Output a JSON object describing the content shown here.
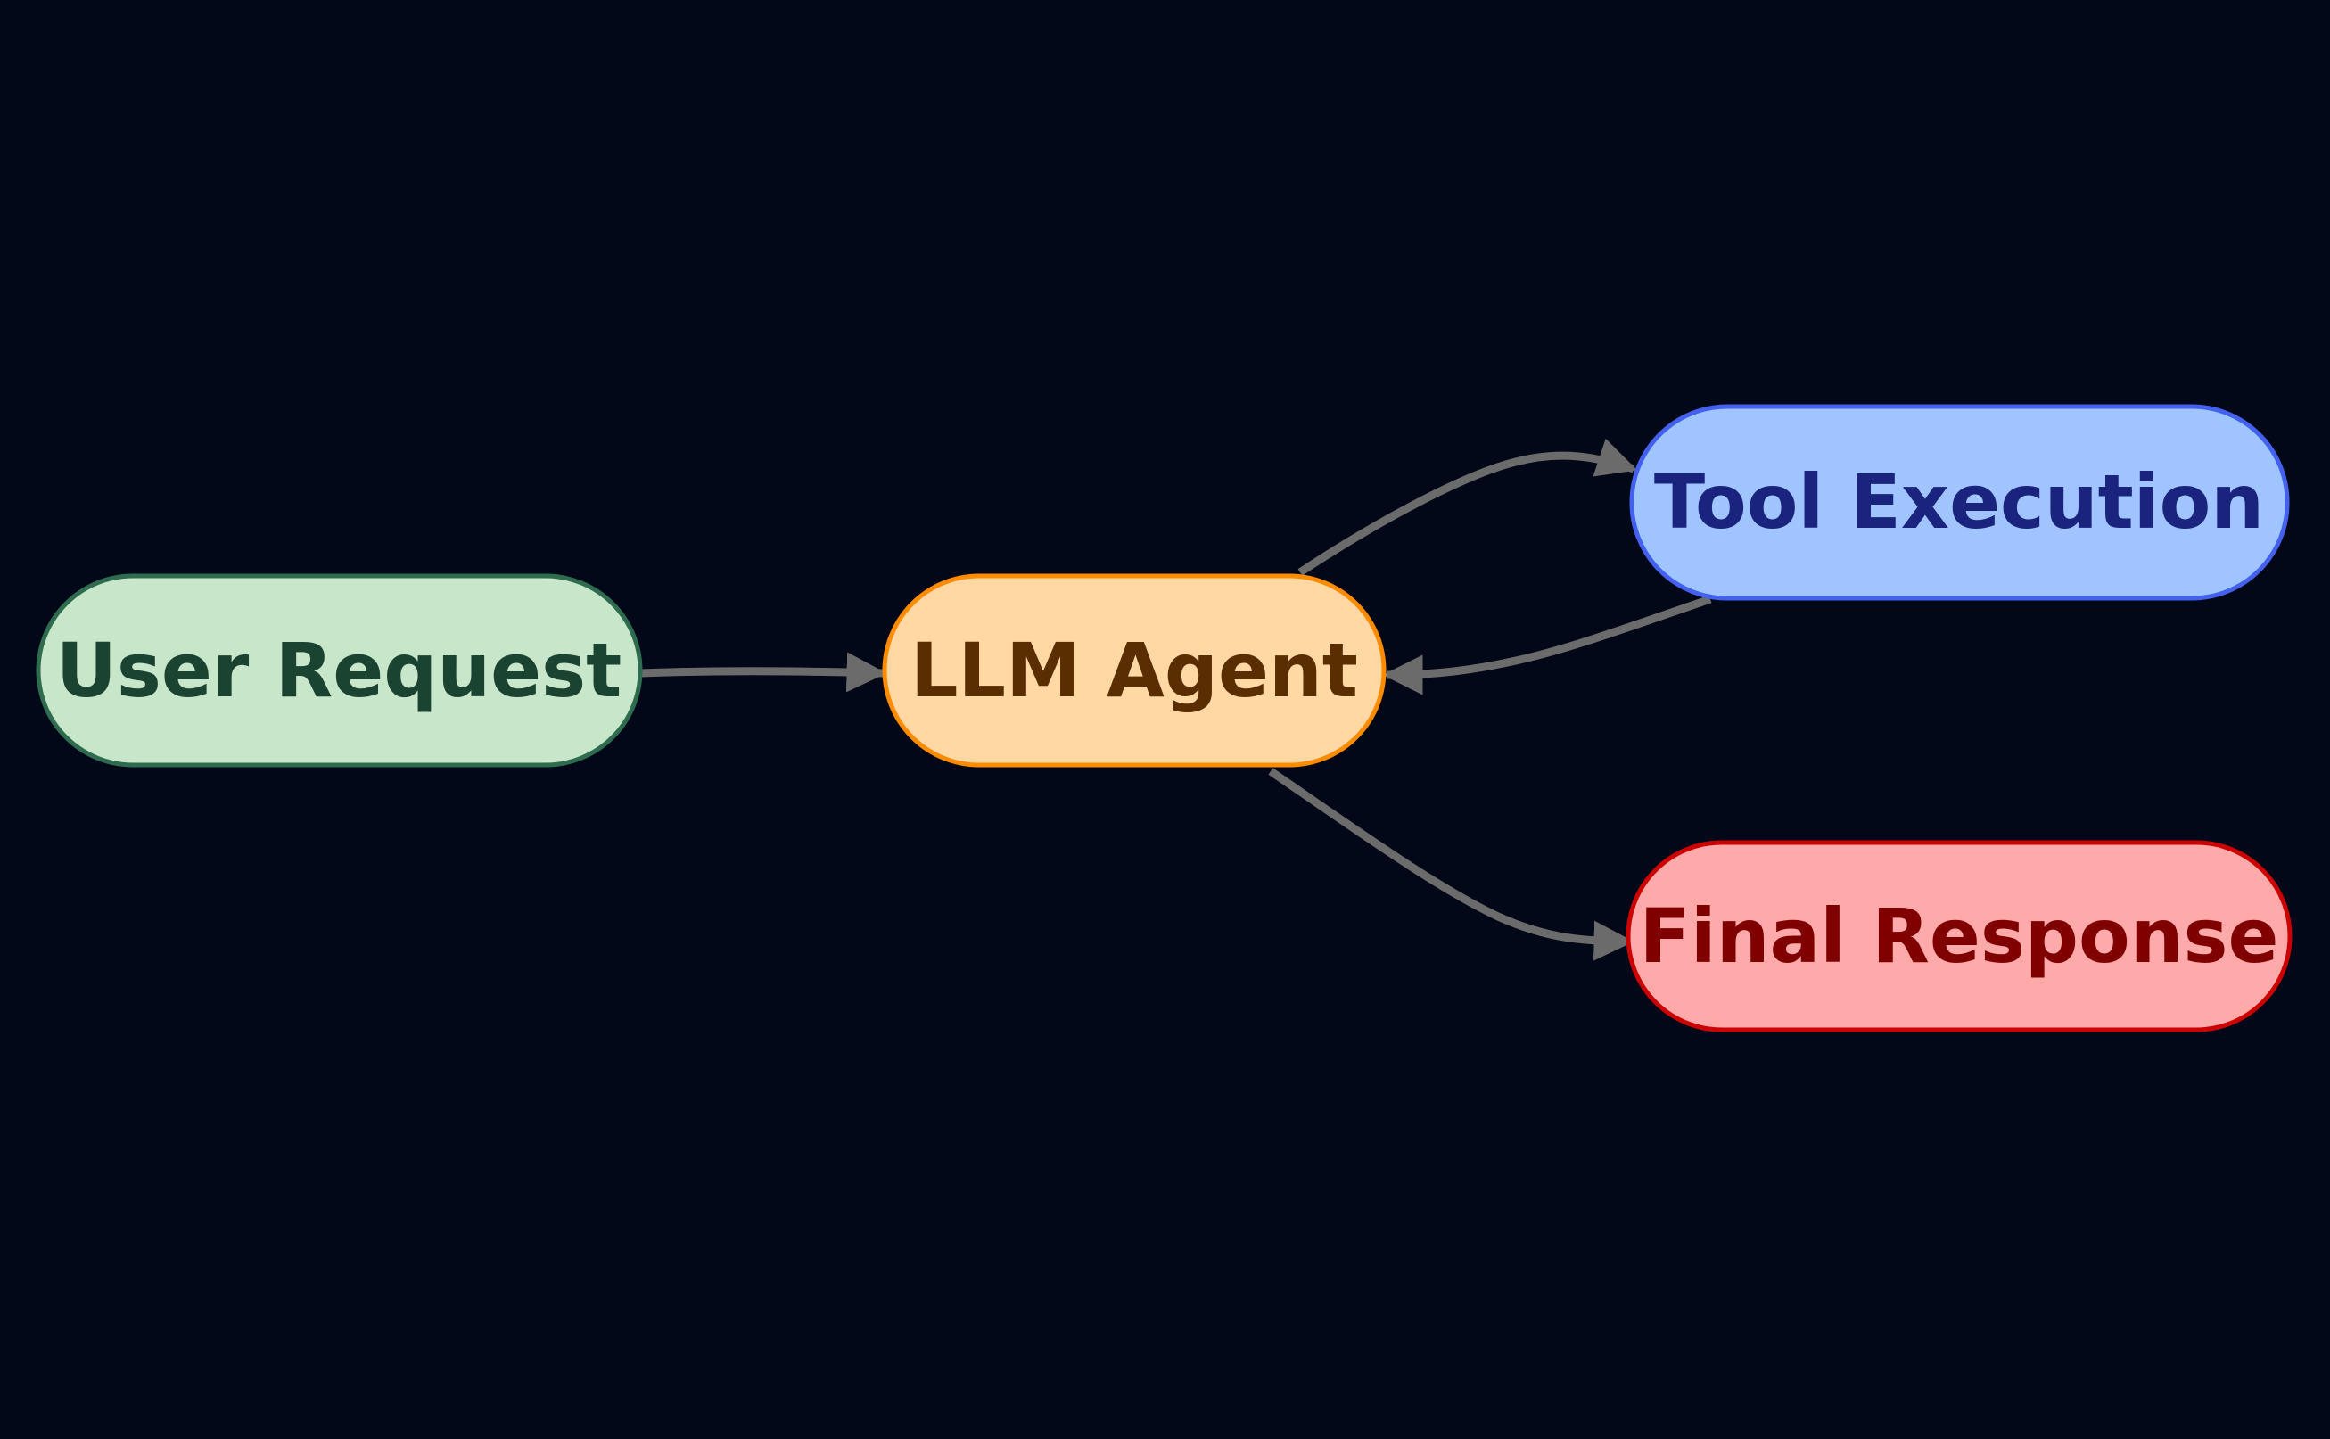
{
  "diagram": {
    "type": "flowchart",
    "direction": "left-to-right",
    "background": "#020817",
    "edge_color": "#6b6b6b",
    "nodes": [
      {
        "id": "user_request",
        "label": "User Request",
        "fill": "#c8e6c9",
        "stroke": "#2e6b4f",
        "text_color": "#1b4332"
      },
      {
        "id": "llm_agent",
        "label": "LLM Agent",
        "fill": "#ffd8a4",
        "stroke": "#ff8c00",
        "text_color": "#5a2e00"
      },
      {
        "id": "tool_execution",
        "label": "Tool Execution",
        "fill": "#a0c4ff",
        "stroke": "#4361ee",
        "text_color": "#1a237e"
      },
      {
        "id": "final_response",
        "label": "Final Response",
        "fill": "#ffaaaa",
        "stroke": "#cc0000",
        "text_color": "#800000"
      }
    ],
    "edges": [
      {
        "from": "user_request",
        "to": "llm_agent"
      },
      {
        "from": "llm_agent",
        "to": "tool_execution"
      },
      {
        "from": "tool_execution",
        "to": "llm_agent"
      },
      {
        "from": "llm_agent",
        "to": "final_response"
      }
    ]
  }
}
